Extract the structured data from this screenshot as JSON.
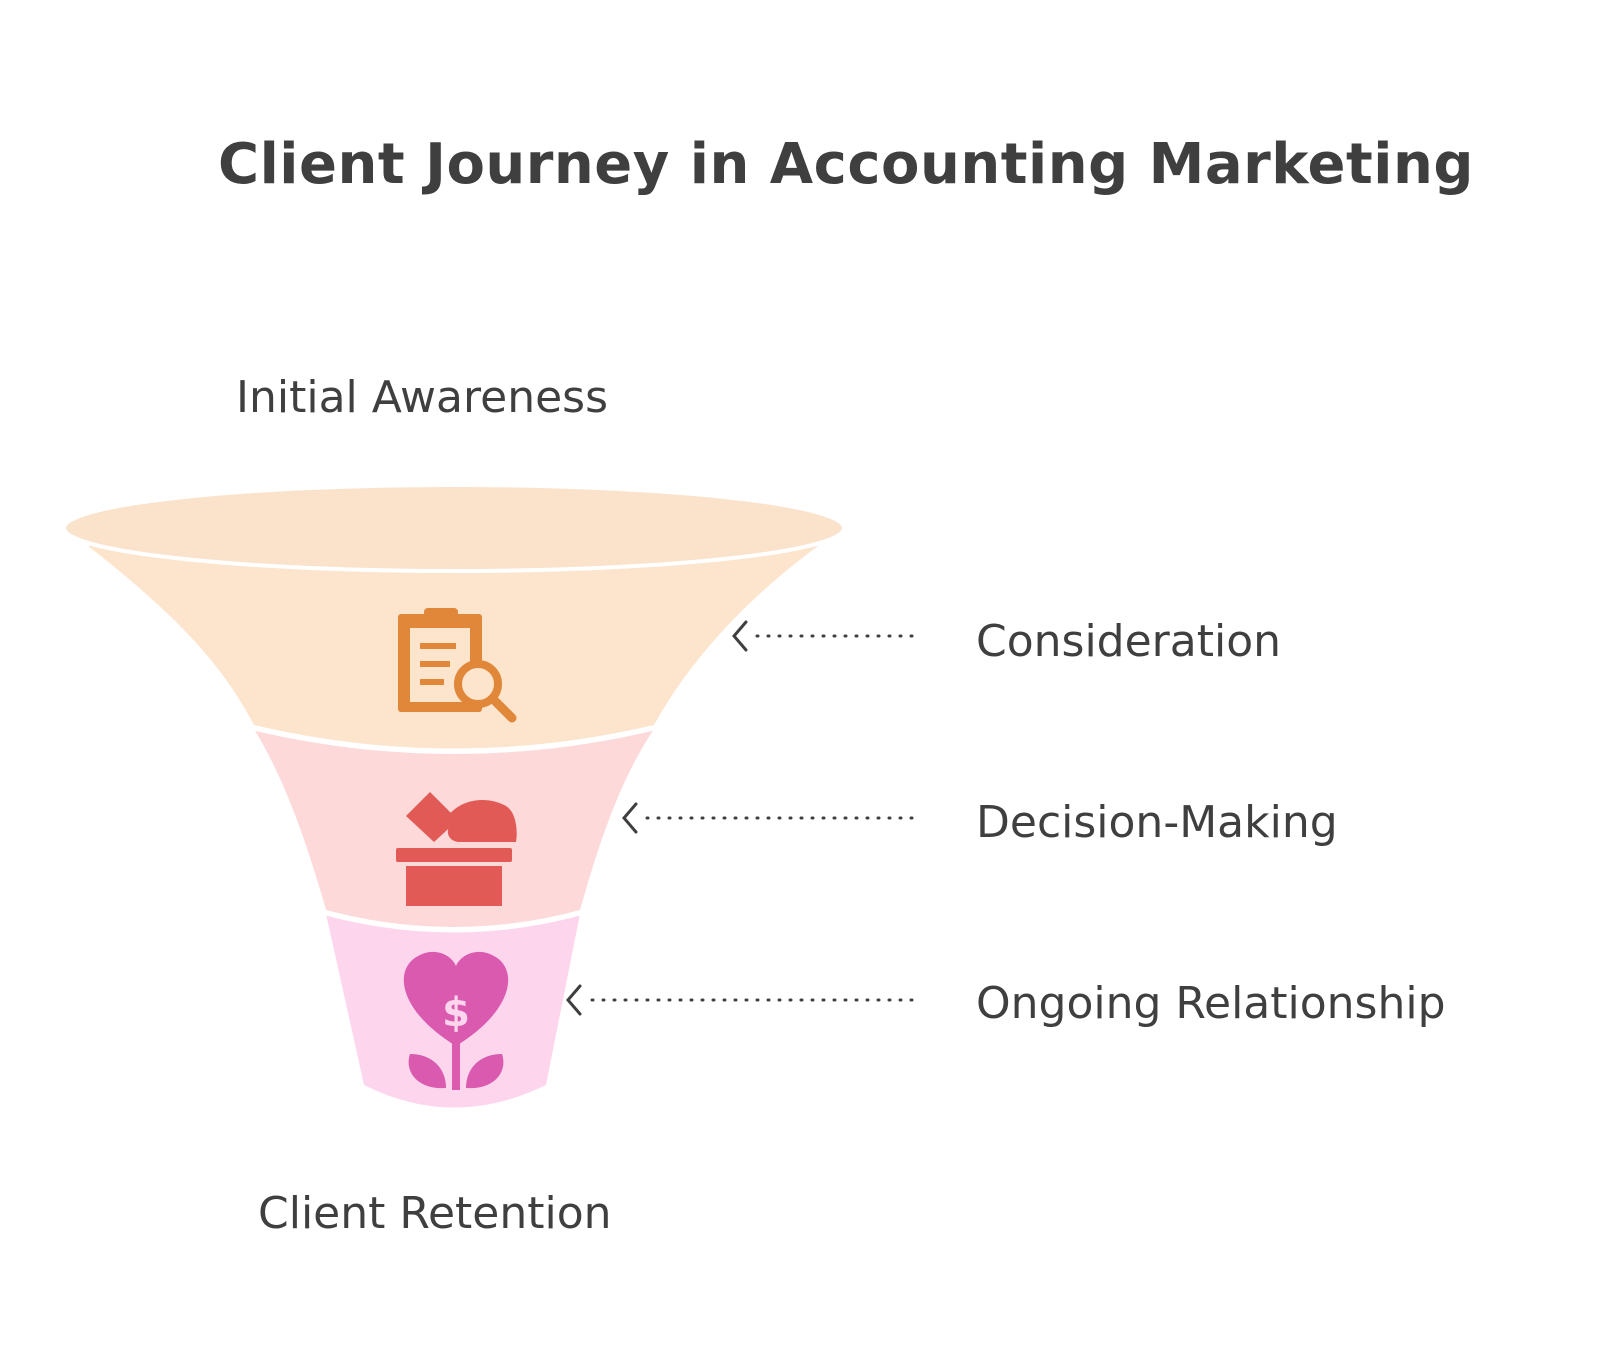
{
  "title": "Client Journey in Accounting Marketing",
  "top_label": "Initial Awareness",
  "bottom_label": "Client Retention",
  "stages": [
    {
      "label": "Consideration",
      "icon": "clipboard-search-icon",
      "color": "#FDE4CC",
      "icon_color": "#E0873A"
    },
    {
      "label": "Decision-Making",
      "icon": "ballot-box-icon",
      "color": "#FDD9D9",
      "icon_color": "#E25A55"
    },
    {
      "label": "Ongoing Relationship",
      "icon": "heart-dollar-plant-icon",
      "color": "#FDD6EE",
      "icon_color": "#DA5AAF"
    }
  ],
  "colors": {
    "text": "#3F3F3F",
    "rim": "#FBE2CB",
    "arrow": "#3F3F3F"
  }
}
